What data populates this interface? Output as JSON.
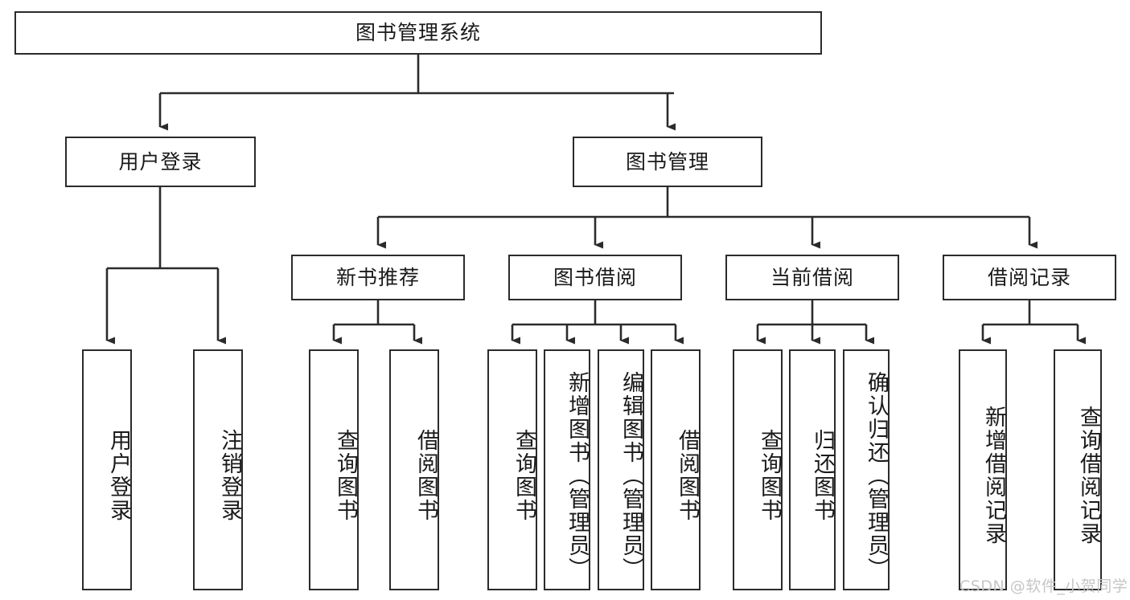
{
  "diagram": {
    "title": "图书管理系统",
    "type": "hierarchy-tree",
    "root": {
      "label": "图书管理系统"
    },
    "level2": [
      {
        "label": "用户登录"
      },
      {
        "label": "图书管理"
      }
    ],
    "level3": [
      {
        "label": "新书推荐"
      },
      {
        "label": "图书借阅"
      },
      {
        "label": "当前借阅"
      },
      {
        "label": "借阅记录"
      }
    ],
    "leaves": {
      "user_login": [
        {
          "label": "用户登录"
        },
        {
          "label": "注销登录"
        }
      ],
      "new_book_recommend": [
        {
          "label": "查询图书"
        },
        {
          "label": "借阅图书"
        }
      ],
      "book_borrow": [
        {
          "label": "查询图书"
        },
        {
          "label": "新增图书（管理员）"
        },
        {
          "label": "编辑图书（管理员）"
        },
        {
          "label": "借阅图书"
        }
      ],
      "current_borrow": [
        {
          "label": "查询图书"
        },
        {
          "label": "归还图书"
        },
        {
          "label": "确认归还（管理员）"
        }
      ],
      "borrow_record": [
        {
          "label": "新增借阅记录"
        },
        {
          "label": "查询借阅记录"
        }
      ]
    }
  },
  "watermark": {
    "text": "CSDN @软件_小贺同学"
  },
  "colors": {
    "stroke": "#2b2b2b",
    "fill": "#ffffff",
    "text": "#1a1a1a",
    "watermark": "#c6c6c6"
  }
}
